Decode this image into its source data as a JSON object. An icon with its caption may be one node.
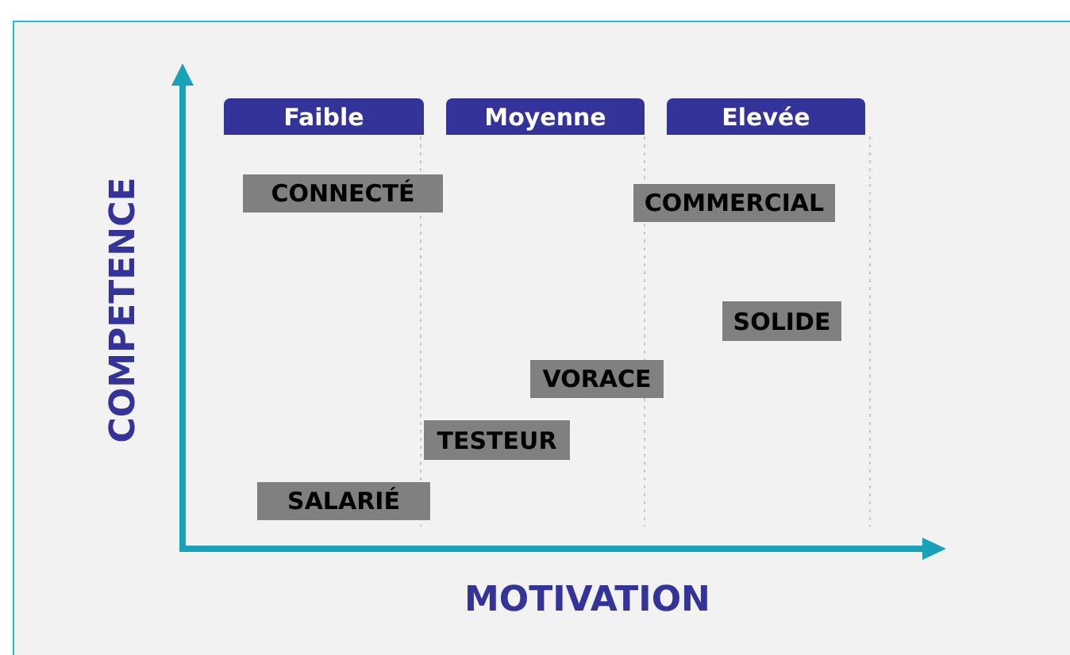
{
  "diagram": {
    "nodes": [
      {
        "text": [
          "Faible"
        ]
      },
      {
        "text": [
          "Moyenne"
        ]
      },
      {
        "text": [
          "Elevée"
        ]
      },
      {
        "text": [
          "CONNECTÉ"
        ]
      },
      {
        "text": [
          "COMMERCIAL"
        ]
      },
      {
        "text": [
          "SOLIDE"
        ]
      },
      {
        "text": [
          "VORACE"
        ]
      },
      {
        "text": [
          "TESTEUR"
        ]
      },
      {
        "text": [
          "SALARIÉ"
        ]
      }
    ],
    "edges": [],
    "labels": [
      "COMPETENCE",
      "MOTIVATION"
    ]
  }
}
